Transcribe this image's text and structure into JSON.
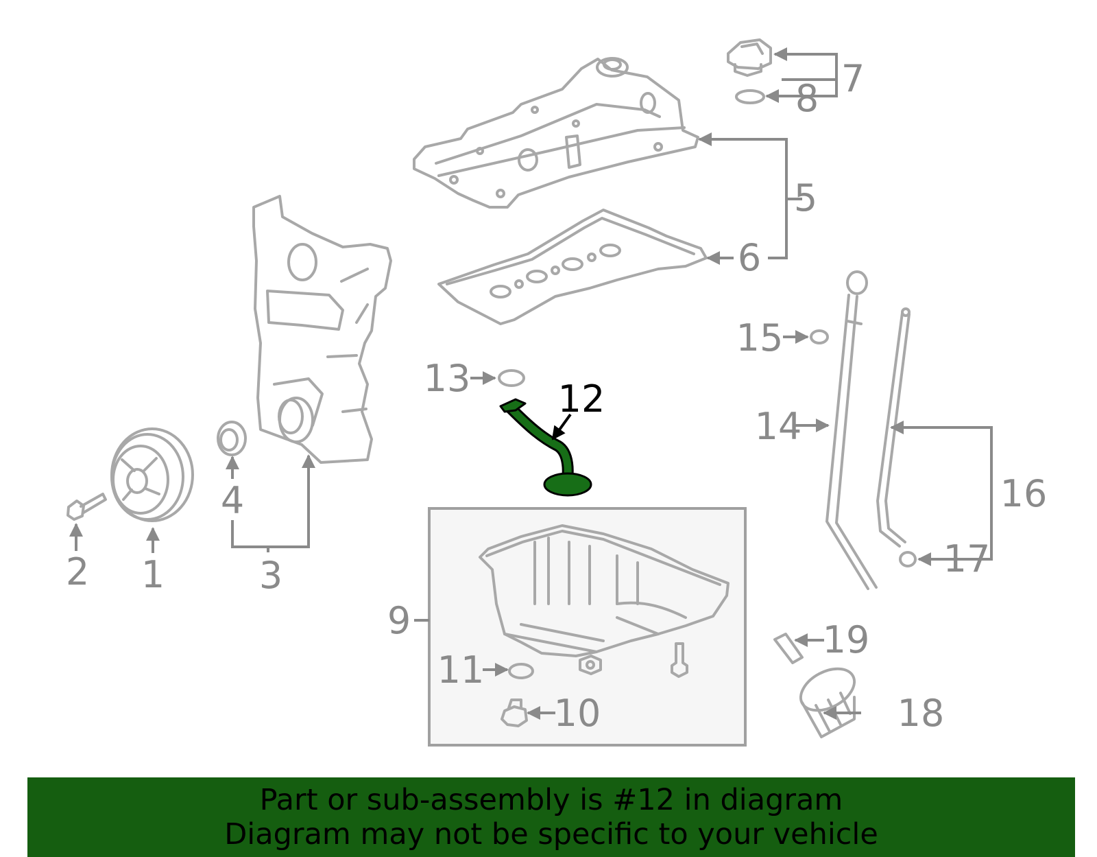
{
  "callouts": {
    "c1": "1",
    "c2": "2",
    "c3": "3",
    "c4": "4",
    "c5": "5",
    "c6": "6",
    "c7": "7",
    "c8": "8",
    "c9": "9",
    "c10": "10",
    "c11": "11",
    "c12": "12",
    "c13": "13",
    "c14": "14",
    "c15": "15",
    "c16": "16",
    "c17": "17",
    "c18": "18",
    "c19": "19"
  },
  "banner": {
    "line1": "Part or sub-assembly is #12 in diagram",
    "line2": "Diagram may not be specific to your vehicle"
  },
  "colors": {
    "highlight_part": "#176e17",
    "banner_bg": "#155e10",
    "line_gray": "#a8a8a8",
    "callout_gray": "#8a8a8a"
  }
}
